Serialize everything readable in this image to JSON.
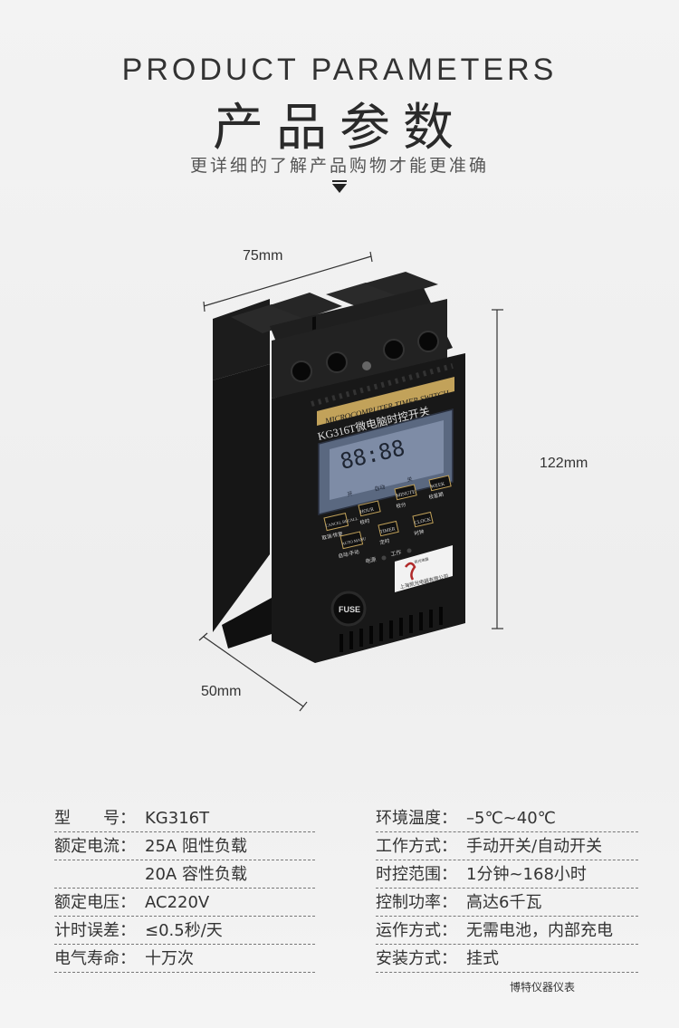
{
  "header": {
    "title_en": "PRODUCT PARAMETERS",
    "title_cn": "产品参数",
    "subtitle": "更详细的了解产品购物才能更准确"
  },
  "dimensions": {
    "width": "75mm",
    "height": "122mm",
    "depth": "50mm"
  },
  "device": {
    "top_band_text": "MICROCOMPUTER TIMER SWITCH",
    "model_text": "KG316T微电脑时控开关",
    "lcd_digits": "88:88",
    "lcd_labels": [
      "开",
      "自动",
      "关"
    ],
    "buttons": {
      "week": "WEEK",
      "week_cn": "校星期",
      "minute": "MINUTE",
      "minute_cn": "校分",
      "hour": "HOUR",
      "hour_cn": "校时",
      "cancel": "CANCEL RECALL",
      "cancel_cn": "取消/恢复",
      "timer": "TIMER",
      "timer_cn": "定时",
      "clock": "CLOCK",
      "clock_cn": "时钟",
      "auto": "AUTO MANU",
      "auto_cn": "自动/手动"
    },
    "indicators": [
      "电源",
      "工作"
    ],
    "fuse_label": "FUSE",
    "maker_label": "上海凯光电器有限公司",
    "maker_short": "凯光电器"
  },
  "params": {
    "left": [
      {
        "key": "型　　号：",
        "value": "KG316T"
      },
      {
        "key": "额定电流：",
        "value": "25A 阻性负载"
      },
      {
        "key": "",
        "value": "20A 容性负载"
      },
      {
        "key": "额定电压：",
        "value": "AC220V"
      },
      {
        "key": "计时误差：",
        "value": "≤0.5秒/天"
      },
      {
        "key": "电气寿命：",
        "value": "十万次"
      }
    ],
    "right": [
      {
        "key": "环境温度：",
        "value": "–5℃~40℃"
      },
      {
        "key": "工作方式：",
        "value": "手动开关/自动开关"
      },
      {
        "key": "时控范围：",
        "value": "1分钟~168小时"
      },
      {
        "key": "控制功率：",
        "value": "高达6千瓦"
      },
      {
        "key": "运作方式：",
        "value": "无需电池，内部充电"
      },
      {
        "key": "安装方式：",
        "value": "挂式"
      }
    ]
  },
  "footer": {
    "brand": "博特仪器仪表"
  }
}
